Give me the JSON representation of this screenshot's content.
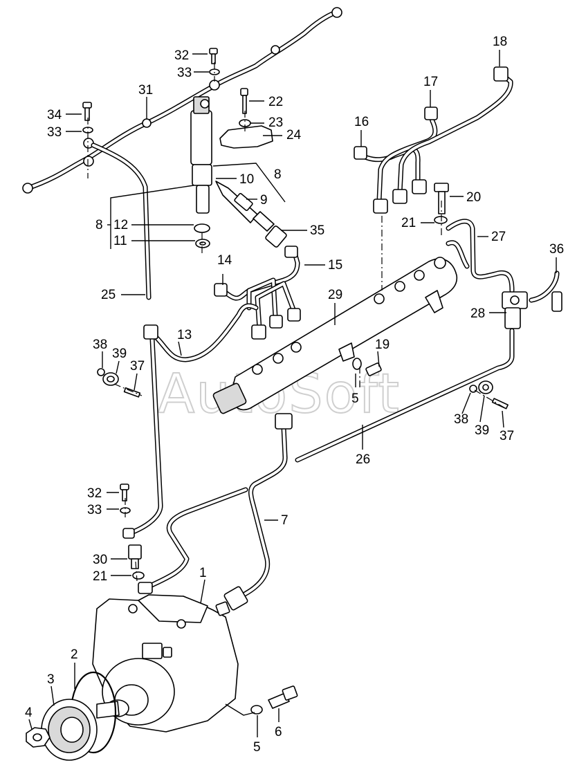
{
  "watermark": "AutoSoft",
  "callouts": {
    "c1": "1",
    "c2": "2",
    "c3": "3",
    "c4": "4",
    "c5a": "5",
    "c5b": "5",
    "c6": "6",
    "c7": "7",
    "c8a": "8",
    "c8b": "8",
    "c9": "9",
    "c10": "10",
    "c11": "11",
    "c12": "12",
    "c13": "13",
    "c14": "14",
    "c15": "15",
    "c16": "16",
    "c17": "17",
    "c18": "18",
    "c19": "19",
    "c20": "20",
    "c21a": "21",
    "c21b": "21",
    "c22": "22",
    "c23": "23",
    "c24": "24",
    "c25": "25",
    "c26": "26",
    "c27": "27",
    "c28": "28",
    "c29": "29",
    "c30": "30",
    "c31": "31",
    "c32a": "32",
    "c32b": "32",
    "c33a": "33",
    "c33b": "33",
    "c33c": "33",
    "c34": "34",
    "c35": "35",
    "c36": "36",
    "c37a": "37",
    "c37b": "37",
    "c38a": "38",
    "c38b": "38",
    "c39a": "39",
    "c39b": "39"
  }
}
